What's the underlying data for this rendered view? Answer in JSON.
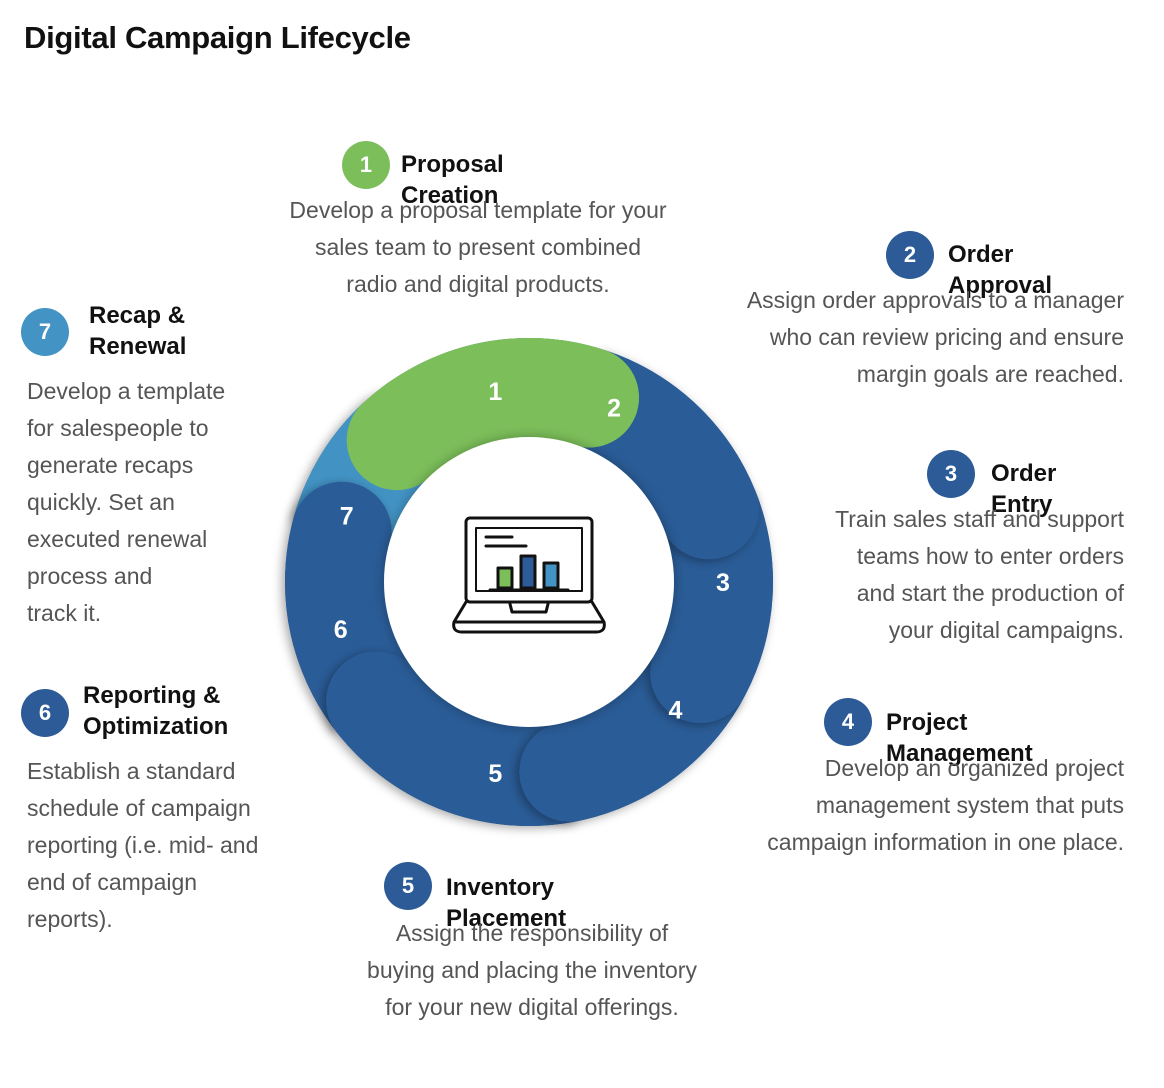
{
  "title": "Digital Campaign Lifecycle",
  "colors": {
    "green": "#7cbf5a",
    "navy": "#2c5b97",
    "light_blue": "#4393c4",
    "text_dark": "#111111",
    "text_gray": "#555555"
  },
  "center_icon": "laptop-bar-chart-icon",
  "steps": [
    {
      "num": "1",
      "title": "Proposal Creation",
      "desc": "Develop a proposal template for your\nsales team to present combined\nradio and digital products."
    },
    {
      "num": "2",
      "title": "Order Approval",
      "desc": "Assign order approvals to a manager\nwho can review pricing and ensure\nmargin goals are reached."
    },
    {
      "num": "3",
      "title": "Order Entry",
      "desc": "Train sales staff and support\nteams how to enter orders\nand start the production of\nyour digital campaigns."
    },
    {
      "num": "4",
      "title": "Project Management",
      "desc": "Develop an organized project\nmanagement system that puts\ncampaign information in one place."
    },
    {
      "num": "5",
      "title": "Inventory Placement",
      "desc": "Assign the responsibility of\nbuying and placing the inventory\nfor your new digital offerings."
    },
    {
      "num": "6",
      "title": "Reporting &\nOptimization",
      "desc": "Establish a standard\nschedule of campaign\nreporting (i.e. mid- and\nend of campaign\nreports)."
    },
    {
      "num": "7",
      "title": "Recap &\nRenewal",
      "desc": "Develop a template\nfor salespeople to\ngenerate recaps\nquickly. Set an\nexecuted renewal\nprocess and\ntrack it."
    }
  ]
}
